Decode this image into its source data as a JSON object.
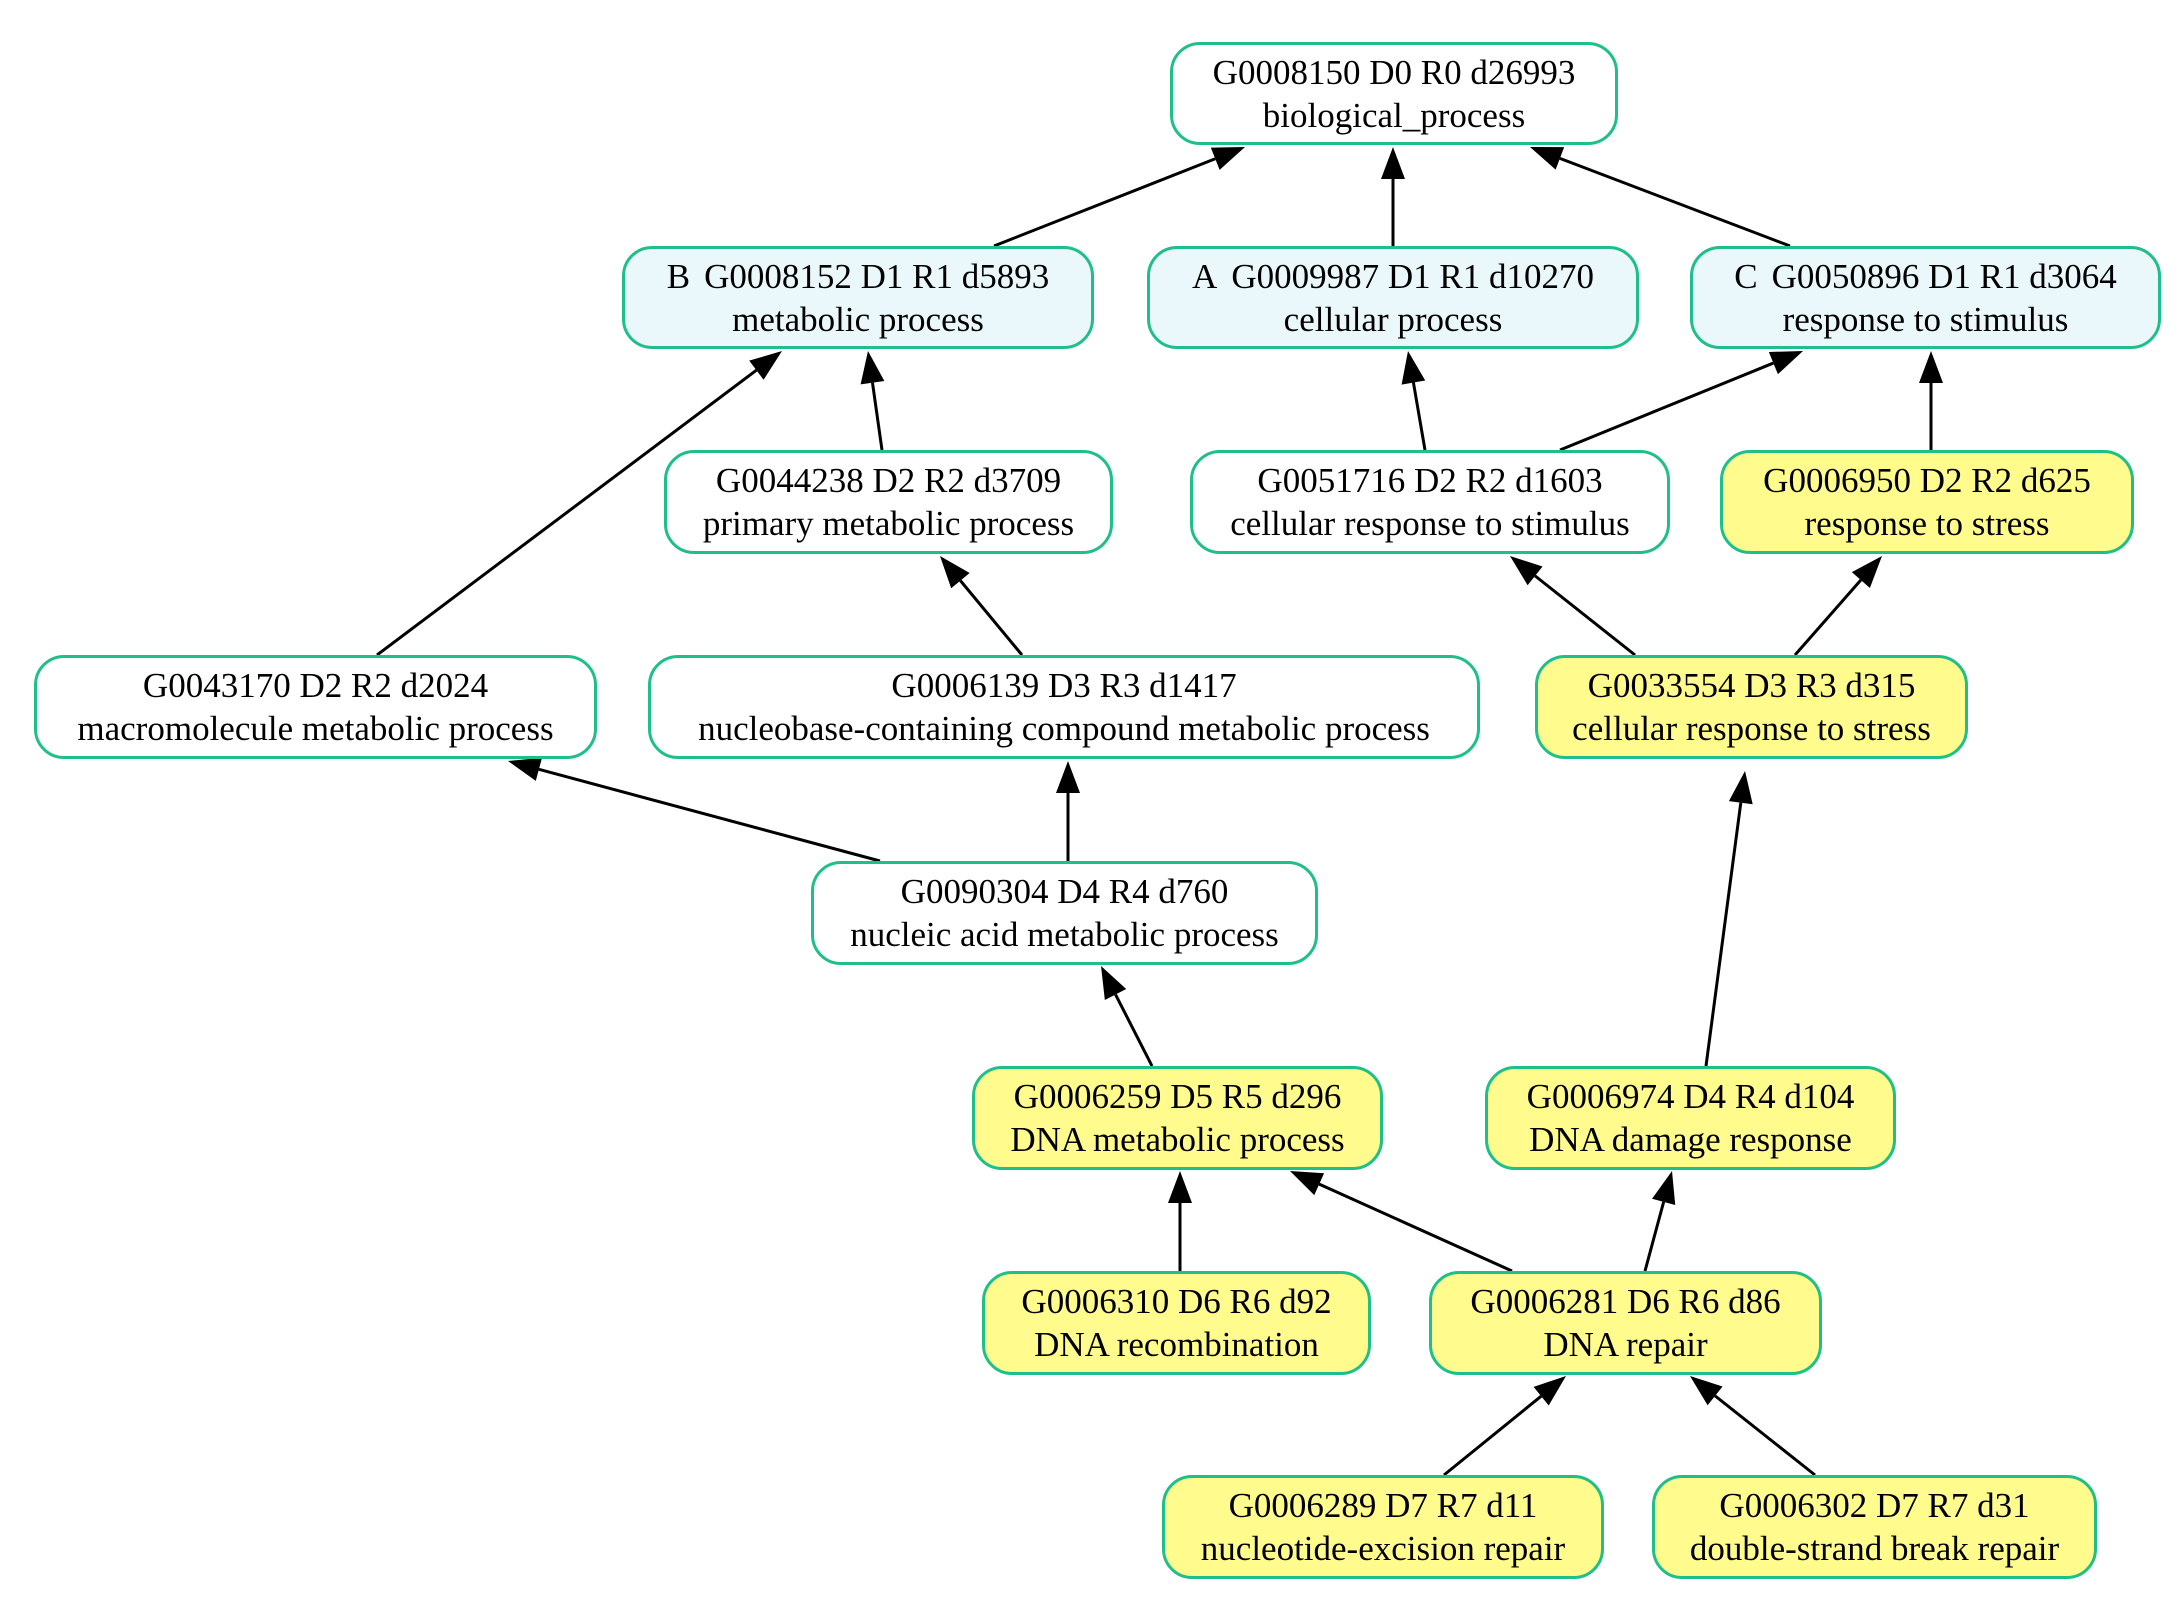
{
  "colors": {
    "border": "#1fbf8a",
    "fill_default": "#ffffff",
    "fill_level1": "#ebf8fb",
    "fill_highlight": "#fffb8c",
    "edge": "#000000"
  },
  "nodes": [
    {
      "id": "GO0008150",
      "prefix": "",
      "line1": "G0008150 D0 R0 d26993",
      "line2": "biological_process",
      "fill": "fill_default"
    },
    {
      "id": "GO0008152",
      "prefix": "B",
      "line1": "G0008152 D1 R1 d5893",
      "line2": "metabolic process",
      "fill": "fill_level1"
    },
    {
      "id": "GO0009987",
      "prefix": "A",
      "line1": "G0009987 D1 R1 d10270",
      "line2": "cellular process",
      "fill": "fill_level1"
    },
    {
      "id": "GO0050896",
      "prefix": "C",
      "line1": "G0050896 D1 R1 d3064",
      "line2": "response to stimulus",
      "fill": "fill_level1"
    },
    {
      "id": "GO0044238",
      "prefix": "",
      "line1": "G0044238 D2 R2 d3709",
      "line2": "primary metabolic process",
      "fill": "fill_default"
    },
    {
      "id": "GO0051716",
      "prefix": "",
      "line1": "G0051716 D2 R2 d1603",
      "line2": "cellular response to stimulus",
      "fill": "fill_default"
    },
    {
      "id": "GO0006950",
      "prefix": "",
      "line1": "G0006950 D2 R2 d625",
      "line2": "response to stress",
      "fill": "fill_highlight"
    },
    {
      "id": "GO0043170",
      "prefix": "",
      "line1": "G0043170 D2 R2 d2024",
      "line2": "macromolecule metabolic process",
      "fill": "fill_default"
    },
    {
      "id": "GO0006139",
      "prefix": "",
      "line1": "G0006139 D3 R3 d1417",
      "line2": "nucleobase-containing compound metabolic process",
      "fill": "fill_default"
    },
    {
      "id": "GO0033554",
      "prefix": "",
      "line1": "G0033554 D3 R3 d315",
      "line2": "cellular response to stress",
      "fill": "fill_highlight"
    },
    {
      "id": "GO0090304",
      "prefix": "",
      "line1": "G0090304 D4 R4 d760",
      "line2": "nucleic acid metabolic process",
      "fill": "fill_default"
    },
    {
      "id": "GO0006259",
      "prefix": "",
      "line1": "G0006259 D5 R5 d296",
      "line2": "DNA metabolic process",
      "fill": "fill_highlight"
    },
    {
      "id": "GO0006974",
      "prefix": "",
      "line1": "G0006974 D4 R4 d104",
      "line2": "DNA damage response",
      "fill": "fill_highlight"
    },
    {
      "id": "GO0006310",
      "prefix": "",
      "line1": "G0006310 D6 R6 d92",
      "line2": "DNA recombination",
      "fill": "fill_highlight"
    },
    {
      "id": "GO0006281",
      "prefix": "",
      "line1": "G0006281 D6 R6 d86",
      "line2": "DNA repair",
      "fill": "fill_highlight"
    },
    {
      "id": "GO0006289",
      "prefix": "",
      "line1": "G0006289 D7 R7 d11",
      "line2": "nucleotide-excision repair",
      "fill": "fill_highlight"
    },
    {
      "id": "GO0006302",
      "prefix": "",
      "line1": "G0006302 D7 R7 d31",
      "line2": "double-strand break repair",
      "fill": "fill_highlight"
    }
  ],
  "edges": [
    {
      "from": "GO0008152",
      "to": "GO0008150"
    },
    {
      "from": "GO0009987",
      "to": "GO0008150"
    },
    {
      "from": "GO0050896",
      "to": "GO0008150"
    },
    {
      "from": "GO0044238",
      "to": "GO0008152"
    },
    {
      "from": "GO0043170",
      "to": "GO0008152"
    },
    {
      "from": "GO0051716",
      "to": "GO0009987"
    },
    {
      "from": "GO0051716",
      "to": "GO0050896"
    },
    {
      "from": "GO0006950",
      "to": "GO0050896"
    },
    {
      "from": "GO0006139",
      "to": "GO0044238"
    },
    {
      "from": "GO0033554",
      "to": "GO0051716"
    },
    {
      "from": "GO0033554",
      "to": "GO0006950"
    },
    {
      "from": "GO0090304",
      "to": "GO0043170"
    },
    {
      "from": "GO0090304",
      "to": "GO0006139"
    },
    {
      "from": "GO0006259",
      "to": "GO0090304"
    },
    {
      "from": "GO0006974",
      "to": "GO0033554"
    },
    {
      "from": "GO0006310",
      "to": "GO0006259"
    },
    {
      "from": "GO0006281",
      "to": "GO0006259"
    },
    {
      "from": "GO0006281",
      "to": "GO0006974"
    },
    {
      "from": "GO0006289",
      "to": "GO0006281"
    },
    {
      "from": "GO0006302",
      "to": "GO0006281"
    }
  ]
}
